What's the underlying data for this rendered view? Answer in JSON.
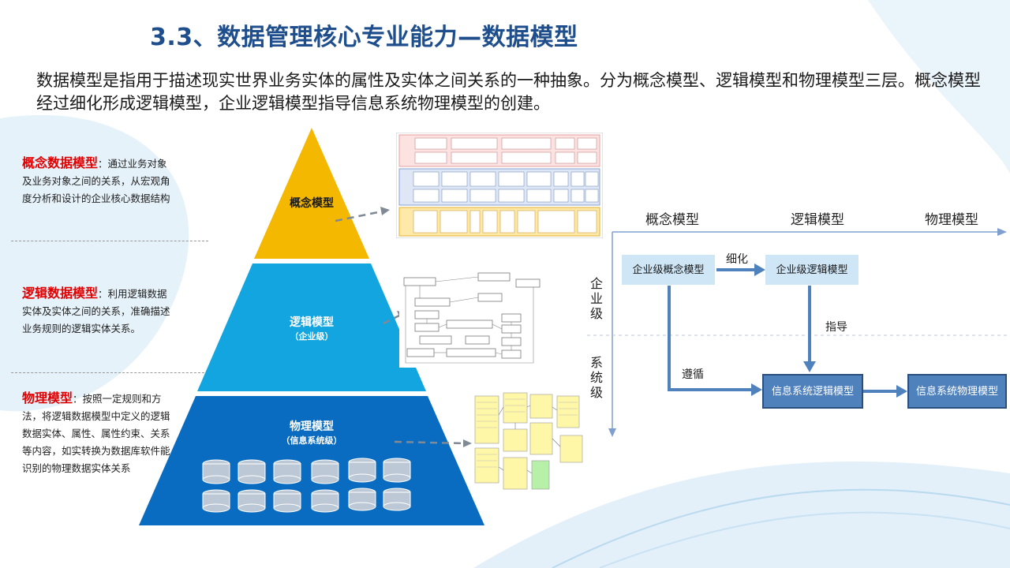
{
  "title": "3.3、数据管理核心专业能力—数据模型",
  "intro": "数据模型是指用于描述现实世界业务实体的属性及实体之间关系的一种抽象。分为概念模型、逻辑模型和物理模型三层。概念模型经过细化形成逻辑模型，企业逻辑模型指导信息系统物理模型的创建。",
  "side": [
    {
      "heading": "概念数据模型",
      "text": "：通过业务对象及业务对象之间的关系，从宏观角度分析和设计的企业核心数据结构"
    },
    {
      "heading": "逻辑数据模型",
      "text": "：利用逻辑数据实体及实体之间的关系，准确描述业务规则的逻辑实体关系。"
    },
    {
      "heading": "物理模型",
      "text": "：按照一定规则和方法，将逻辑数据模型中定义的逻辑数据实体、属性、属性约束、关系等内容，如实转换为数据库软件能识别的物理数据实体关系"
    }
  ],
  "pyramid": {
    "top": "概念模型",
    "middle": "逻辑模型",
    "middle_sub": "（企业级）",
    "bottom": "物理模型",
    "bottom_sub": "（信息系统级）"
  },
  "flow": {
    "col1": "概念模型",
    "col2": "逻辑模型",
    "col3": "物理模型",
    "row1": "企业级",
    "row2": "系统级",
    "box1": "企业级概念模型",
    "box2": "企业级逻辑模型",
    "box3": "信息系统逻辑模型",
    "box4": "信息系统物理模型",
    "e1": "细化",
    "e2": "指导",
    "e3": "遵循"
  },
  "colors": {
    "title": "#1f4e8c",
    "accent_red": "#e00000",
    "pyramid_top": "#f5b800",
    "pyramid_mid": "#12a5e0",
    "pyramid_bot": "#0a6cc0",
    "flow_box_light": "#cfe6f7",
    "flow_box_dark": "#4f81bd",
    "flow_arrow": "#4f81bd"
  }
}
